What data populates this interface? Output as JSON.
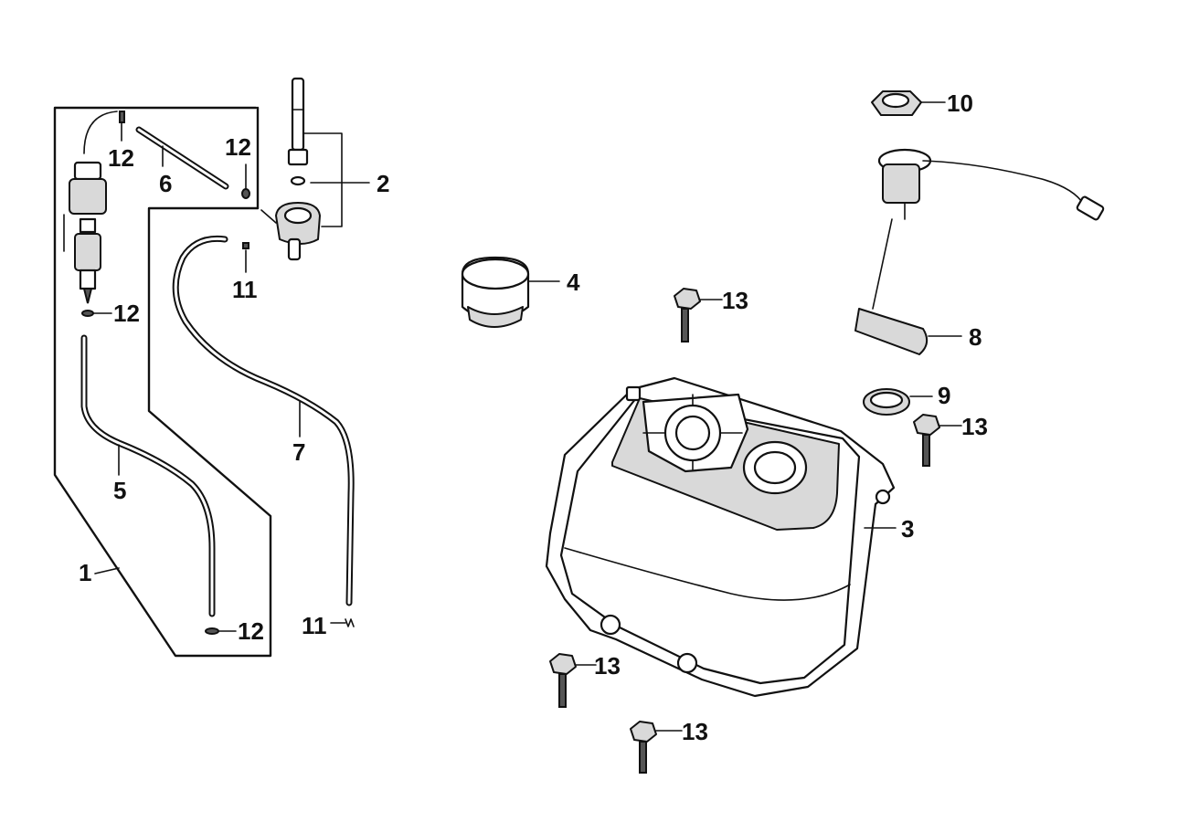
{
  "callouts": {
    "c1": "1",
    "c2": "2",
    "c3": "3",
    "c4": "4",
    "c5": "5",
    "c6": "6",
    "c7": "7",
    "c8": "8",
    "c9": "9",
    "c10": "10",
    "c11_a": "11",
    "c11_b": "11",
    "c12_a": "12",
    "c12_b": "12",
    "c12_c": "12",
    "c12_d": "12",
    "c13_a": "13",
    "c13_b": "13",
    "c13_c": "13",
    "c13_d": "13"
  }
}
